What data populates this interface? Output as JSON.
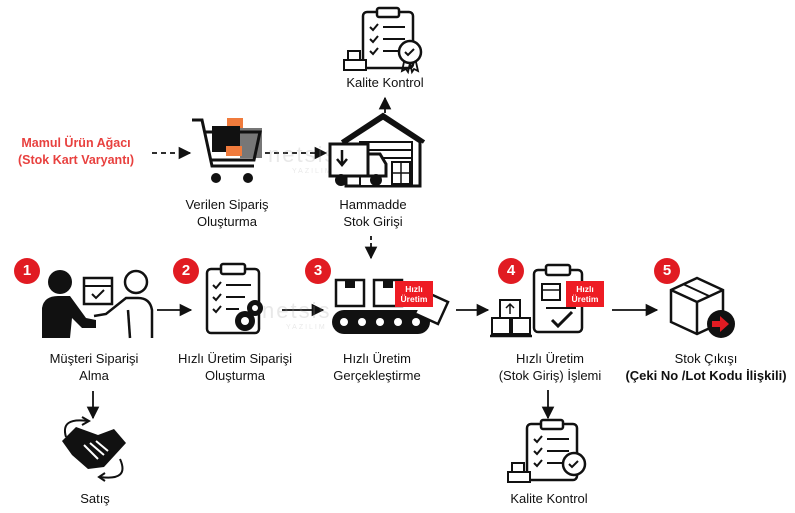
{
  "top": {
    "source_label": [
      "Mamul Ürün Ağacı",
      "(Stok Kart Varyantı)"
    ],
    "order_label": [
      "Verilen Sipariş",
      "Oluşturma"
    ],
    "raw_material_label": [
      "Hammadde",
      "Stok Girişi"
    ],
    "quality_top_label": "Kalite Kontrol"
  },
  "steps": [
    {
      "number": "1",
      "label": [
        "Müşteri Siparişi",
        "Alma"
      ]
    },
    {
      "number": "2",
      "label": [
        "Hızlı Üretim Siparişi",
        "Oluşturma"
      ]
    },
    {
      "number": "3",
      "label": [
        "Hızlı Üretim",
        "Gerçekleştirme"
      ],
      "tag": [
        "Hızlı",
        "Üretim"
      ]
    },
    {
      "number": "4",
      "label": [
        "Hızlı Üretim",
        "(Stok Giriş) İşlemi"
      ],
      "tag": [
        "Hızlı",
        "Üretim"
      ]
    },
    {
      "number": "5",
      "label": [
        "Stok Çıkışı",
        "(Çeki No /Lot Kodu İlişkili)"
      ]
    }
  ],
  "bottom": {
    "sales_label": "Satış",
    "quality_bottom_label": "Kalite Kontrol"
  },
  "colors": {
    "badge": "#e11b22",
    "accent_text": "#e8413f",
    "icon": "#111111",
    "orange": "#f07b3c"
  }
}
